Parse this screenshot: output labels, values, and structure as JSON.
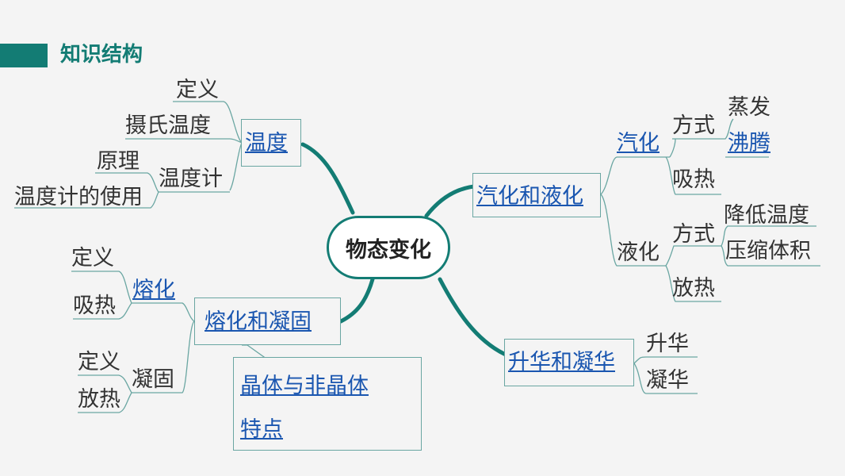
{
  "title": "知识结构",
  "center": "物态变化",
  "temp": {
    "label": "温度",
    "define": "定义",
    "celsius": "摄氏温度",
    "thermometer": "温度计",
    "principle": "原理",
    "usage": "温度计的使用"
  },
  "melt": {
    "label": "熔化和凝固",
    "melting": "熔化",
    "melting_def": "定义",
    "melting_heat": "吸热",
    "solidify": "凝固",
    "solidify_def": "定义",
    "solidify_heat": "放热",
    "crystal_line1": "晶体与非晶体",
    "crystal_line2": "特点"
  },
  "vapor": {
    "label": "汽化和液化",
    "vaporize": "汽化",
    "way": "方式",
    "evaporate": "蒸发",
    "boil": "沸腾",
    "absorb": "吸热",
    "liquefy": "液化",
    "way2": "方式",
    "lower_temp": "降低温度",
    "compress": "压缩体积",
    "release": "放热"
  },
  "sublim": {
    "label": "升华和凝华",
    "sublimate": "升华",
    "desublimate": "凝华"
  }
}
